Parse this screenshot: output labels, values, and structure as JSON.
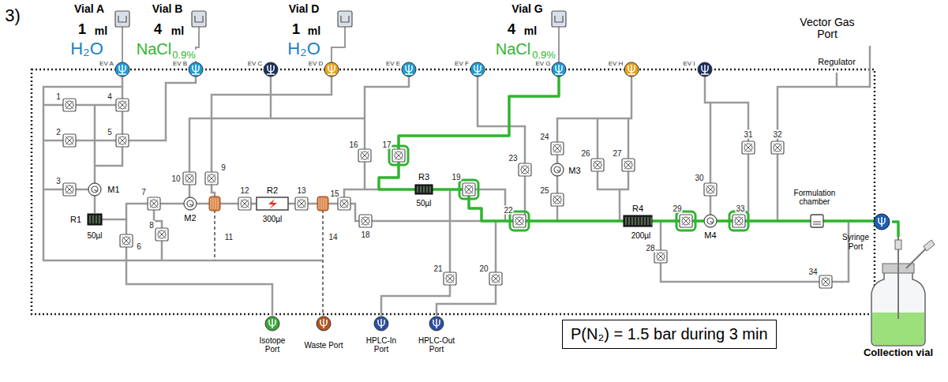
{
  "diagram": {
    "nodes": [
      {
        "text": [
          "P(N₂) = 1.5 bar during 3 min"
        ]
      },
      {
        "text": [
          "Syringe Port"
        ]
      },
      {
        "text": [
          "Collection vial"
        ]
      }
    ],
    "edges": [
      {
        "from": 1,
        "to": 2,
        "arrow": "none"
      }
    ],
    "labels": [
      "3)",
      "Vial A",
      "1",
      "ml",
      "H₂O",
      "Vial B",
      "4",
      "ml",
      "NaCl",
      "0.9%",
      "Vial D",
      "1",
      "ml",
      "H₂O",
      "Vial G",
      "4",
      "ml",
      "NaCl",
      "0.9%",
      "Vector Gas Port",
      "Regulator",
      "EV A",
      "EV B",
      "EV C",
      "EV D",
      "EV E",
      "EV F",
      "EV G",
      "EV H",
      "EV I",
      "1",
      "2",
      "3",
      "4",
      "5",
      "6",
      "7",
      "8",
      "9",
      "10",
      "11",
      "12",
      "13",
      "14",
      "15",
      "16",
      "17",
      "18",
      "19",
      "20",
      "21",
      "22",
      "23",
      "24",
      "25",
      "26",
      "27",
      "28",
      "29",
      "30",
      "31",
      "32",
      "33",
      "34",
      "M1",
      "R1",
      "50µl",
      "M2",
      "R2",
      "300µl",
      "R3",
      "50µl",
      "M3",
      "R4",
      "200µl",
      "M4",
      "Formulation chamber",
      "Isotope Port",
      "Waste Port",
      "HPLC-In Port",
      "HPLC-Out Port"
    ]
  }
}
